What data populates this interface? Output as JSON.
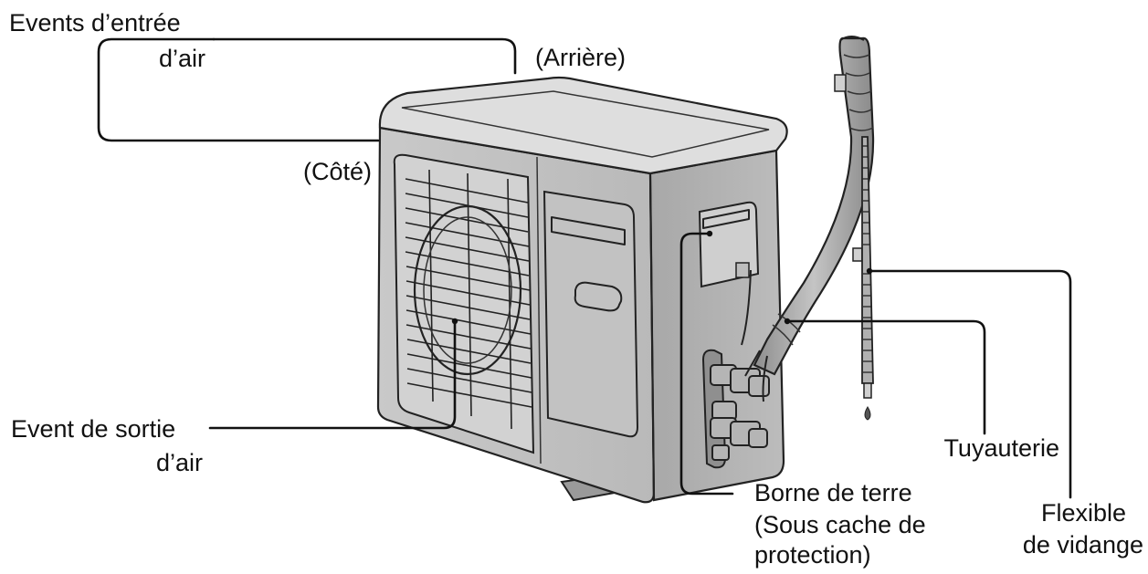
{
  "labels": {
    "inlet_line1": "Events d’entrée",
    "inlet_line2": "d’air",
    "rear": "(Arrière)",
    "side": "(Côté)",
    "outlet_line1": "Event de sortie",
    "outlet_line2": "d’air",
    "piping": "Tuyauterie",
    "earth_line1": "Borne de terre",
    "earth_line2": "(Sous cache de",
    "earth_line3": "protection)",
    "drain_line1": "Flexible",
    "drain_line2": "de vidange"
  }
}
